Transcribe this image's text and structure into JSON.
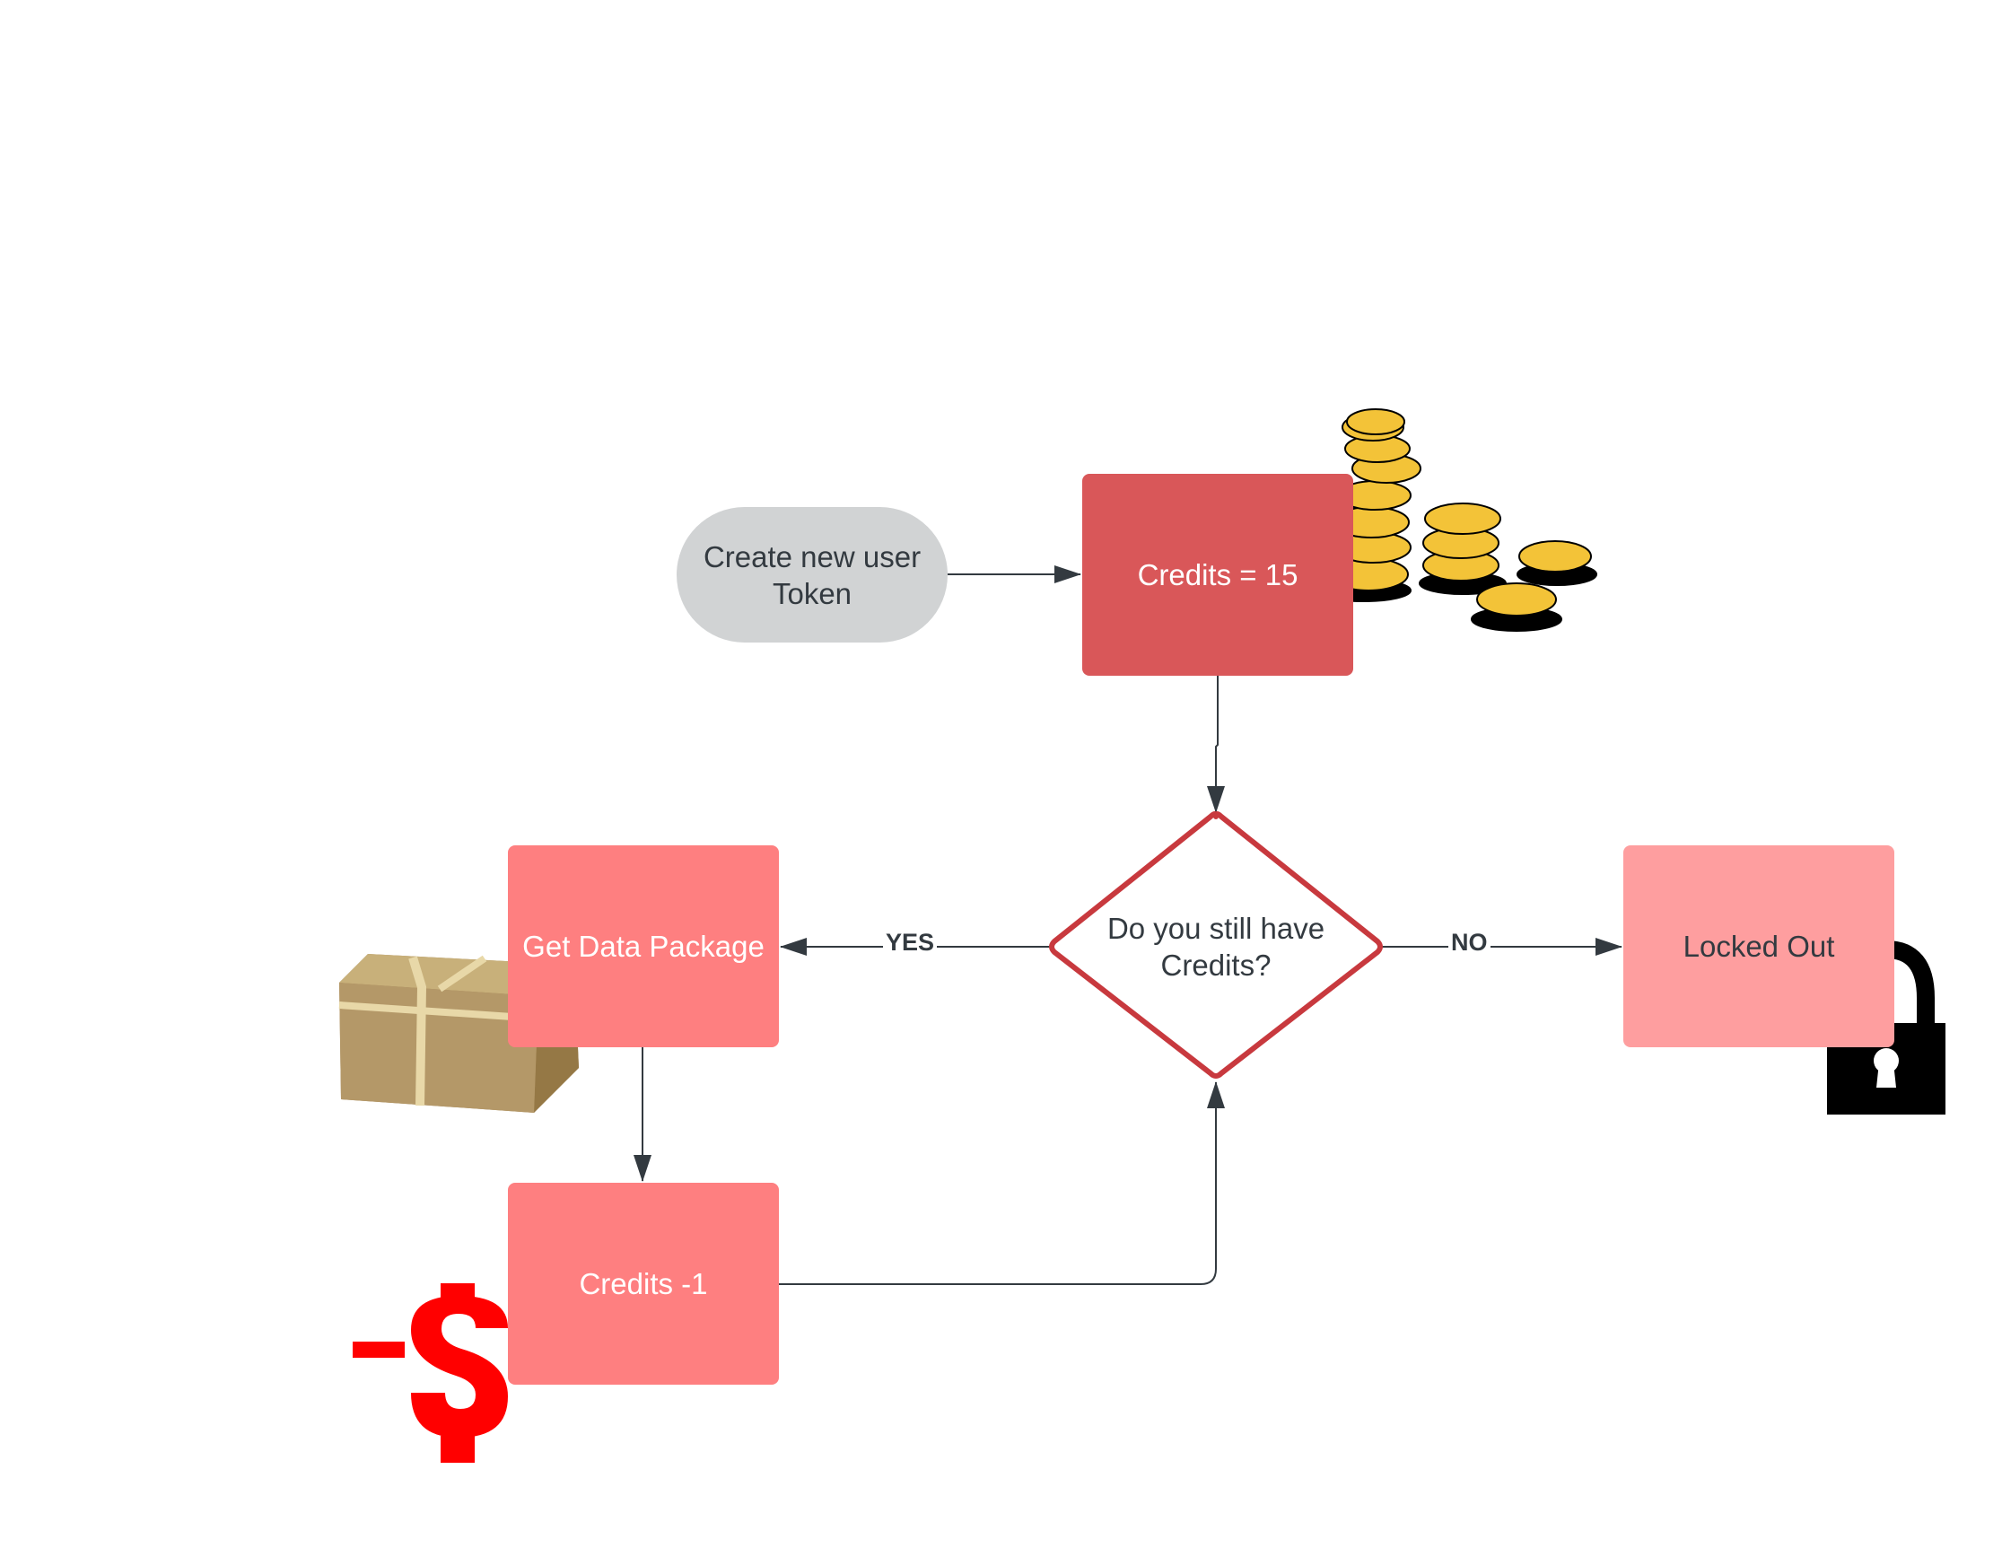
{
  "nodes": {
    "start": {
      "lines": [
        "Create new user",
        "Token"
      ]
    },
    "credits_init": {
      "label": "Credits = 15"
    },
    "decision": {
      "lines": [
        "Do you still have",
        "Credits?"
      ]
    },
    "get_data": {
      "label": "Get Data Package"
    },
    "credits_minus": {
      "label": "Credits -1"
    },
    "locked": {
      "label": "Locked Out"
    }
  },
  "edges": {
    "yes": "YES",
    "no": "NO"
  },
  "illustrations": {
    "coins": "coin-stacks-icon",
    "package": "package-icon",
    "minus_dollar": "minus-dollar-icon",
    "lock": "padlock-icon"
  },
  "colors": {
    "start_fill": "#d1d3d4",
    "credits_init_fill": "#d95759",
    "process_fill": "#fe7f80",
    "locked_fill": "#fe9e9f",
    "decision_stroke": "#c8393e",
    "connector": "#333a40",
    "coin_gold": "#f3c338",
    "package_brown": "#b89a62",
    "dollar_red": "#ff0000",
    "lock_black": "#000000"
  }
}
